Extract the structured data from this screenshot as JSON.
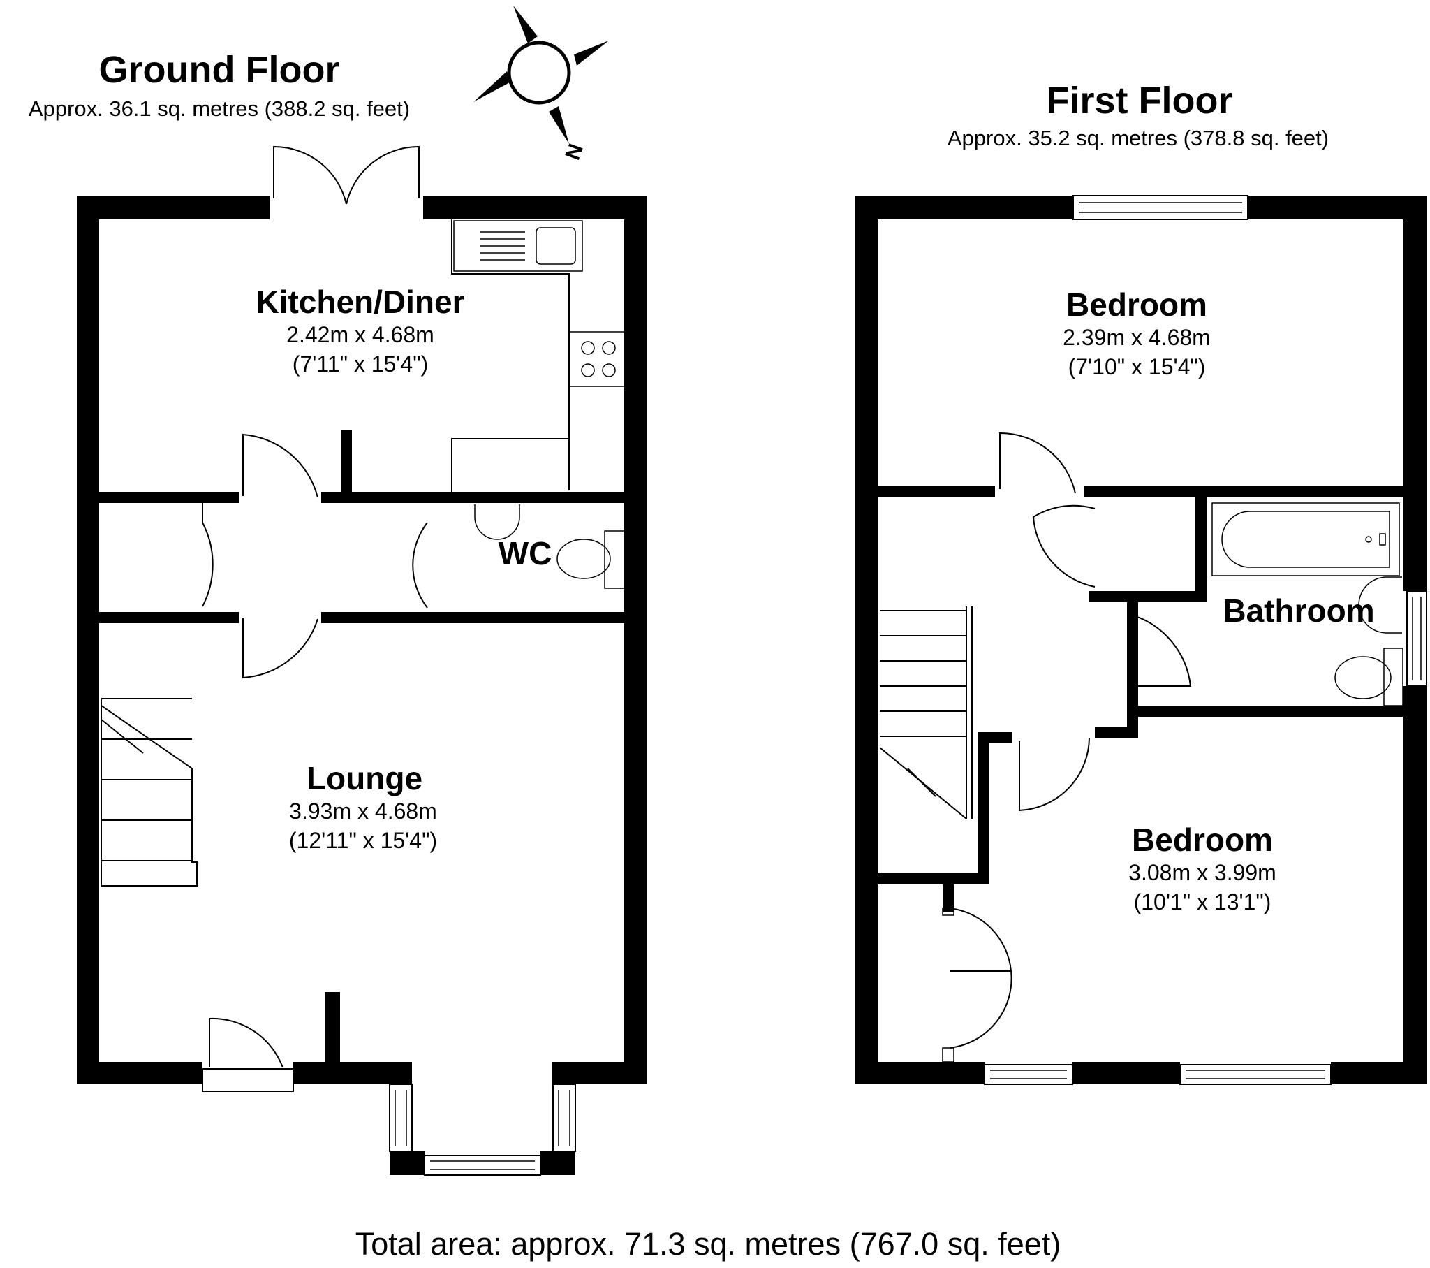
{
  "ground_floor": {
    "title": "Ground Floor",
    "area": "Approx. 36.1 sq. metres (388.2 sq. feet)",
    "rooms": {
      "kitchen": {
        "name": "Kitchen/Diner",
        "metric": "2.42m x 4.68m",
        "imperial": "(7'11\" x 15'4\")"
      },
      "wc": {
        "name": "WC"
      },
      "lounge": {
        "name": "Lounge",
        "metric": "3.93m x 4.68m",
        "imperial": "(12'11\" x 15'4\")"
      }
    }
  },
  "first_floor": {
    "title": "First Floor",
    "area": "Approx. 35.2 sq. metres (378.8 sq. feet)",
    "rooms": {
      "bedroom1": {
        "name": "Bedroom",
        "metric": "2.39m x 4.68m",
        "imperial": "(7'10\" x 15'4\")"
      },
      "bathroom": {
        "name": "Bathroom"
      },
      "bedroom2": {
        "name": "Bedroom",
        "metric": "3.08m x 3.99m",
        "imperial": "(10'1\" x 13'1\")"
      }
    }
  },
  "compass": {
    "label": "N"
  },
  "total_area": "Total area: approx. 71.3 sq. metres (767.0 sq. feet)"
}
